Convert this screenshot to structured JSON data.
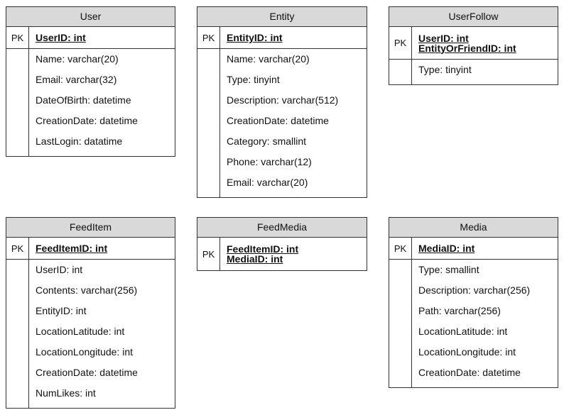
{
  "tables": {
    "user": {
      "name": "User",
      "pk_label": "PK",
      "keys": [
        "UserID: int"
      ],
      "fields": [
        "Name: varchar(20)",
        "Email: varchar(32)",
        "DateOfBirth: datetime",
        "CreationDate: datetime",
        "LastLogin: datatime"
      ]
    },
    "entity": {
      "name": "Entity",
      "pk_label": "PK",
      "keys": [
        "EntityID: int"
      ],
      "fields": [
        "Name: varchar(20)",
        "Type: tinyint",
        "Description: varchar(512)",
        "CreationDate: datetime",
        "Category: smallint",
        "Phone: varchar(12)",
        "Email: varchar(20)"
      ]
    },
    "userfollow": {
      "name": "UserFollow",
      "pk_label": "PK",
      "keys": [
        "UserID: int",
        "EntityOrFriendID: int"
      ],
      "fields": [
        "Type: tinyint"
      ]
    },
    "feeditem": {
      "name": "FeedItem",
      "pk_label": "PK",
      "keys": [
        "FeedItemID: int"
      ],
      "fields": [
        "UserID: int",
        "Contents: varchar(256)",
        "EntityID: int",
        "LocationLatitude: int",
        "LocationLongitude: int",
        "CreationDate: datetime",
        "NumLikes: int"
      ]
    },
    "feedmedia": {
      "name": "FeedMedia",
      "pk_label": "PK",
      "keys": [
        "FeedItemID: int",
        "MediaID: int"
      ],
      "fields": []
    },
    "media": {
      "name": "Media",
      "pk_label": "PK",
      "keys": [
        "MediaID: int"
      ],
      "fields": [
        "Type: smallint",
        "Description: varchar(256)",
        "Path: varchar(256)",
        "LocationLatitude: int",
        "LocationLongitude: int",
        "CreationDate: datetime"
      ]
    }
  }
}
